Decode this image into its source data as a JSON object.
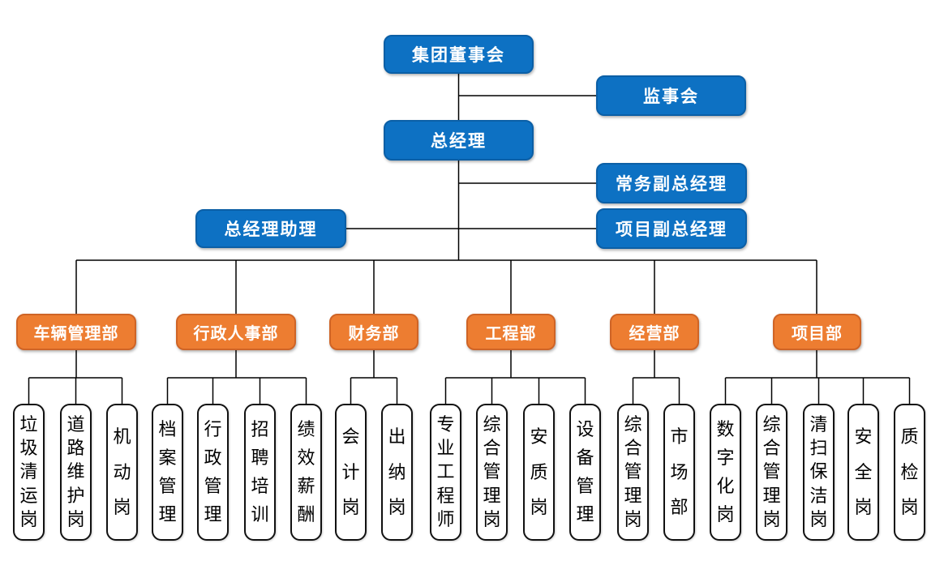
{
  "colors": {
    "node_blue": "#0D71C3",
    "node_blue_border": "#0B5FA6",
    "node_orange": "#ED7D31",
    "node_orange_border": "#CF6426",
    "position_box_bg": "#FFFFFF",
    "position_box_border": "#111111",
    "connector_line": "#000000",
    "text_on_color": "#FFFFFF",
    "text_on_white": "#000000"
  },
  "org": {
    "board": {
      "label": "集团董事会"
    },
    "supervisory": {
      "label": "监事会"
    },
    "gm": {
      "label": "总经理"
    },
    "exec_deputy_gm": {
      "label": "常务副总经理"
    },
    "gm_assistant": {
      "label": "总经理助理"
    },
    "project_deputy_gm": {
      "label": "项目副总经理"
    },
    "departments": [
      {
        "label": "车辆管理部",
        "positions": [
          "垃圾清运岗",
          "道路维护岗",
          "机动岗"
        ]
      },
      {
        "label": "行政人事部",
        "positions": [
          "档案管理",
          "行政管理",
          "招聘培训",
          "绩效薪酬"
        ]
      },
      {
        "label": "财务部",
        "positions": [
          "会计岗",
          "出纳岗"
        ]
      },
      {
        "label": "工程部",
        "positions": [
          "专业工程师",
          "综合管理岗",
          "安质岗",
          "设备管理"
        ]
      },
      {
        "label": "经营部",
        "positions": [
          "综合管理岗",
          "市场部"
        ]
      },
      {
        "label": "项目部",
        "positions": [
          "数字化岗",
          "综合管理岗",
          "清扫保洁岗",
          "安全岗",
          "质检岗"
        ]
      }
    ]
  }
}
